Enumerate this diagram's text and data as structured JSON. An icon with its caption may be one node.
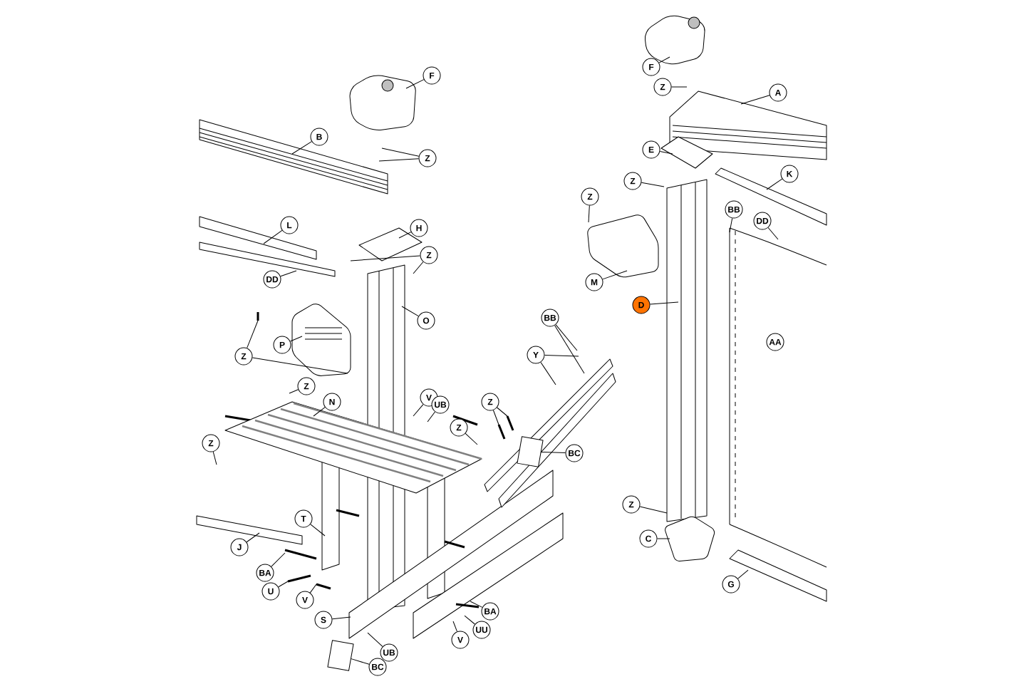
{
  "diagram": {
    "nodes": [
      {
        "text": [
          "F"
        ]
      },
      {
        "text": [
          "F"
        ]
      },
      {
        "text": [
          "Z"
        ]
      },
      {
        "text": [
          "A"
        ]
      },
      {
        "text": [
          "B"
        ]
      },
      {
        "text": [
          "E"
        ]
      },
      {
        "text": [
          "Z"
        ]
      },
      {
        "text": [
          "Z"
        ]
      },
      {
        "text": [
          "K"
        ]
      },
      {
        "text": [
          "Z"
        ]
      },
      {
        "text": [
          "BB"
        ]
      },
      {
        "text": [
          "DD"
        ]
      },
      {
        "text": [
          "L"
        ]
      },
      {
        "text": [
          "H"
        ]
      },
      {
        "text": [
          "Z"
        ]
      },
      {
        "text": [
          "DD"
        ]
      },
      {
        "text": [
          "M"
        ]
      },
      {
        "text": [
          "D"
        ]
      },
      {
        "text": [
          "BB"
        ]
      },
      {
        "text": [
          "O"
        ]
      },
      {
        "text": [
          "P"
        ]
      },
      {
        "text": [
          "Z"
        ]
      },
      {
        "text": [
          "Y"
        ]
      },
      {
        "text": [
          "Z"
        ]
      },
      {
        "text": [
          "V"
        ]
      },
      {
        "text": [
          "N"
        ]
      },
      {
        "text": [
          "Z"
        ]
      },
      {
        "text": [
          "UB"
        ]
      },
      {
        "text": [
          "Z"
        ]
      },
      {
        "text": [
          "Z"
        ]
      },
      {
        "text": [
          "BC"
        ]
      },
      {
        "text": [
          "Z"
        ]
      },
      {
        "text": [
          "T"
        ]
      },
      {
        "text": [
          "C"
        ]
      },
      {
        "text": [
          "J"
        ]
      },
      {
        "text": [
          "BA"
        ]
      },
      {
        "text": [
          "G"
        ]
      },
      {
        "text": [
          "U"
        ]
      },
      {
        "text": [
          "V"
        ]
      },
      {
        "text": [
          "BA"
        ]
      },
      {
        "text": [
          "S"
        ]
      },
      {
        "text": [
          "UU"
        ]
      },
      {
        "text": [
          "V"
        ]
      },
      {
        "text": [
          "UB"
        ]
      },
      {
        "text": [
          "BC"
        ]
      },
      {
        "text": [],
        "shape": "box"
      },
      {
        "text": [],
        "shape": "box"
      }
    ],
    "edges": [
      {
        "from": 0,
        "to": null,
        "arrow": "none"
      },
      {
        "from": 1,
        "to": null,
        "arrow": "none"
      },
      {
        "from": 2,
        "to": null,
        "arrow": "none"
      },
      {
        "from": 3,
        "to": null,
        "arrow": "none"
      },
      {
        "from": 4,
        "to": null,
        "arrow": "none"
      },
      {
        "from": 5,
        "to": null,
        "arrow": "none"
      },
      {
        "from": 6,
        "to": null,
        "arrow": "none"
      },
      {
        "from": 6,
        "to": null,
        "arrow": "none"
      },
      {
        "from": 7,
        "to": null,
        "arrow": "none"
      },
      {
        "from": 8,
        "to": null,
        "arrow": "none"
      },
      {
        "from": 9,
        "to": null,
        "arrow": "none"
      },
      {
        "from": 10,
        "to": null,
        "arrow": "none"
      },
      {
        "from": 11,
        "to": null,
        "arrow": "none"
      },
      {
        "from": 12,
        "to": null,
        "arrow": "none"
      },
      {
        "from": 13,
        "to": null,
        "arrow": "none"
      },
      {
        "from": 14,
        "to": null,
        "arrow": "none"
      },
      {
        "from": 14,
        "to": null,
        "arrow": "none"
      },
      {
        "from": 15,
        "to": null,
        "arrow": "none"
      },
      {
        "from": 16,
        "to": null,
        "arrow": "none"
      },
      {
        "from": 17,
        "to": null,
        "arrow": "none"
      },
      {
        "from": 18,
        "to": null,
        "arrow": "none"
      },
      {
        "from": 18,
        "to": null,
        "arrow": "none"
      },
      {
        "from": 19,
        "to": null,
        "arrow": "none"
      },
      {
        "from": 20,
        "to": null,
        "arrow": "none"
      },
      {
        "from": 21,
        "to": null,
        "arrow": "none"
      },
      {
        "from": 21,
        "to": null,
        "arrow": "none"
      },
      {
        "from": 22,
        "to": null,
        "arrow": "none"
      },
      {
        "from": 22,
        "to": null,
        "arrow": "none"
      },
      {
        "from": 23,
        "to": null,
        "arrow": "none"
      },
      {
        "from": 24,
        "to": null,
        "arrow": "none"
      },
      {
        "from": 25,
        "to": null,
        "arrow": "none"
      },
      {
        "from": 26,
        "to": null,
        "arrow": "none"
      },
      {
        "from": 26,
        "to": null,
        "arrow": "none"
      },
      {
        "from": 27,
        "to": null,
        "arrow": "none"
      },
      {
        "from": 28,
        "to": null,
        "arrow": "none"
      },
      {
        "from": 29,
        "to": null,
        "arrow": "none"
      },
      {
        "from": 30,
        "to": 46,
        "arrow": "none"
      },
      {
        "from": 31,
        "to": null,
        "arrow": "none"
      },
      {
        "from": 32,
        "to": null,
        "arrow": "none"
      },
      {
        "from": 33,
        "to": null,
        "arrow": "none"
      },
      {
        "from": 34,
        "to": null,
        "arrow": "none"
      },
      {
        "from": 35,
        "to": null,
        "arrow": "none"
      },
      {
        "from": 36,
        "to": null,
        "arrow": "none"
      },
      {
        "from": 37,
        "to": null,
        "arrow": "none"
      },
      {
        "from": 38,
        "to": null,
        "arrow": "none"
      },
      {
        "from": 39,
        "to": null,
        "arrow": "none"
      },
      {
        "from": 40,
        "to": null,
        "arrow": "none"
      },
      {
        "from": 41,
        "to": null,
        "arrow": "none"
      },
      {
        "from": 42,
        "to": null,
        "arrow": "none"
      },
      {
        "from": 43,
        "to": null,
        "arrow": "none"
      },
      {
        "from": 44,
        "to": 45,
        "arrow": "none"
      }
    ],
    "labels": [
      "AA"
    ]
  }
}
